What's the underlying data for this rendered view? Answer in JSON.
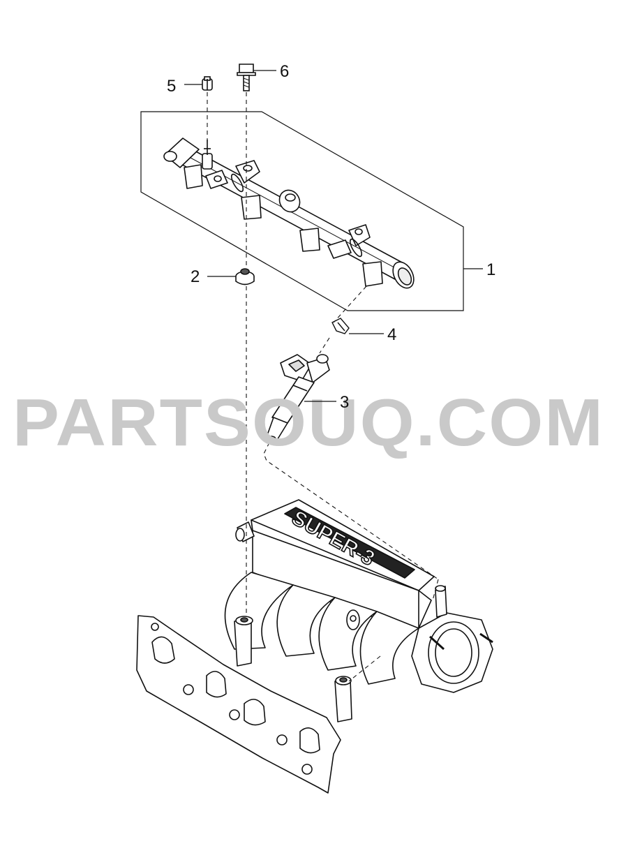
{
  "watermark": "PARTSOUQ.COM",
  "emblem": "SUPER-3",
  "callouts": [
    "1",
    "2",
    "3",
    "4",
    "5",
    "6"
  ],
  "colors": {
    "line": "#111111",
    "watermark": "#c9c9c9",
    "background": "#ffffff"
  }
}
